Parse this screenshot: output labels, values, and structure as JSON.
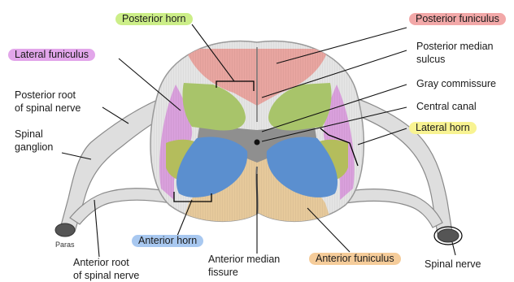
{
  "labels": {
    "posterior_horn": "Posterior horn",
    "posterior_funiculus": "Posterior funiculus",
    "lateral_funiculus": "Lateral funiculus",
    "posterior_median_sulcus_1": "Posterior median",
    "posterior_median_sulcus_2": "sulcus",
    "posterior_root_1": "Posterior root",
    "posterior_root_2": "of spinal nerve",
    "gray_commissure": "Gray commissure",
    "central_canal": "Central canal",
    "spinal_ganglion_1": "Spinal",
    "spinal_ganglion_2": "ganglion",
    "lateral_horn": "Lateral horn",
    "paras": "Paras",
    "anterior_horn": "Anterior horn",
    "anterior_root_1": "Anterior root",
    "anterior_root_2": "of spinal nerve",
    "anterior_median_fissure_1": "Anterior median",
    "anterior_median_fissure_2": "fissure",
    "anterior_funiculus": "Anterior funiculus",
    "spinal_nerve": "Spinal nerve"
  },
  "colors": {
    "posterior_funiculus": "#e8a5a0",
    "lateral_funiculus": "#d9a0dc",
    "anterior_funiculus": "#e6c99b",
    "posterior_horn": "#a8c46a",
    "anterior_horn": "#5b8fcf",
    "lateral_horn": "#b4bd5c",
    "gray_matter": "#8f8f8f",
    "nerve": "#dedede",
    "pill_green": "#ccee88",
    "pill_red": "#f2a8a8",
    "pill_purple": "#e2a6ea",
    "pill_yellow": "#f8f392",
    "pill_blue": "#a8c8f0",
    "pill_tan": "#f5cc9a"
  }
}
